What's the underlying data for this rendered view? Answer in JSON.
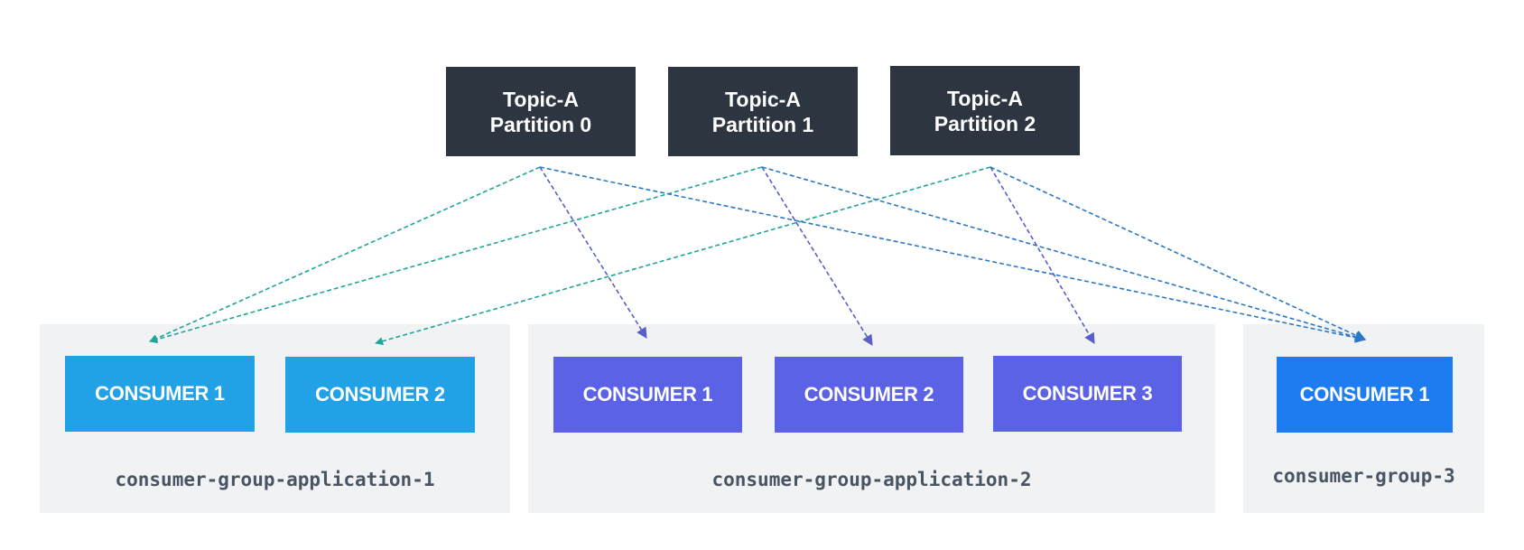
{
  "partitions": [
    {
      "line1": "Topic-A",
      "line2": "Partition 0"
    },
    {
      "line1": "Topic-A",
      "line2": "Partition 1"
    },
    {
      "line1": "Topic-A",
      "line2": "Partition 2"
    }
  ],
  "groups": [
    {
      "name": "consumer-group-application-1",
      "consumers": [
        "CONSUMER 1",
        "CONSUMER 2"
      ]
    },
    {
      "name": "consumer-group-application-2",
      "consumers": [
        "CONSUMER 1",
        "CONSUMER 2",
        "CONSUMER 3"
      ]
    },
    {
      "name": "consumer-group-3",
      "consumers": [
        "CONSUMER 1"
      ]
    }
  ],
  "edges": [
    {
      "from": "partition-0",
      "to": "group-1-consumer-1"
    },
    {
      "from": "partition-1",
      "to": "group-1-consumer-1"
    },
    {
      "from": "partition-2",
      "to": "group-1-consumer-2"
    },
    {
      "from": "partition-0",
      "to": "group-2-consumer-1"
    },
    {
      "from": "partition-1",
      "to": "group-2-consumer-2"
    },
    {
      "from": "partition-2",
      "to": "group-2-consumer-3"
    },
    {
      "from": "partition-0",
      "to": "group-3-consumer-1"
    },
    {
      "from": "partition-1",
      "to": "group-3-consumer-1"
    },
    {
      "from": "partition-2",
      "to": "group-3-consumer-1"
    }
  ],
  "colors": {
    "partition_bg": "#2d3540",
    "group_bg": "#f0f2f4",
    "group1_consumer": "#22a2e6",
    "group2_consumer": "#5b62e6",
    "group3_consumer": "#1d7cf0",
    "arrow_group1": "#1fa59a",
    "arrow_group2": "#5a5fc8",
    "arrow_group3": "#2a78c4"
  }
}
